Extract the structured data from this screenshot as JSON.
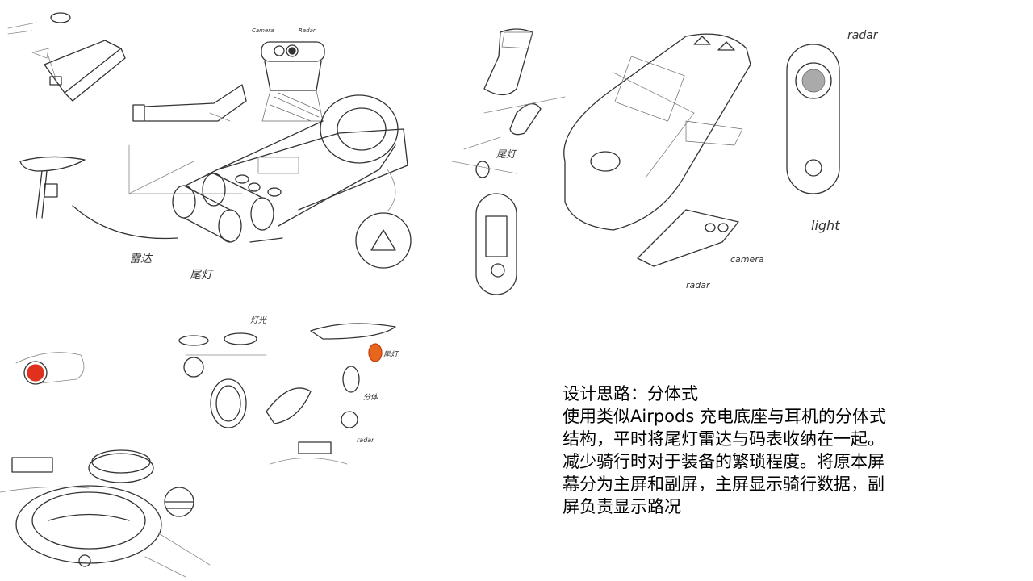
{
  "slide": {
    "description": {
      "title": "设计思路：分体式",
      "lines": [
        "使用类似Airpods 充电底座与耳机的分体式",
        "结构，平时将尾灯雷达与码表收纳在一起。",
        "减少骑行时对于装备的繁琐程度。将原本屏",
        "幕分为主屏和副屏，主屏显示骑行数据，副",
        "屏负责显示路况"
      ]
    },
    "sketch_labels": {
      "camera_small": "Camera",
      "radar_small": "Radar",
      "radar_right": "radar",
      "light_right": "light",
      "camera_right": "camera",
      "radar_bottom": "radar",
      "radar_cn": "雷达",
      "taillight_cn": "尾灯",
      "lamp_light_cn": "灯光",
      "taillight_cn_2": "尾灯",
      "split_cn": "分体",
      "radar_lower": "radar"
    },
    "colors": {
      "sketch_line": "#333333",
      "accent_red": "#e0301e",
      "accent_orange": "#e8661c",
      "text": "#000000"
    }
  }
}
